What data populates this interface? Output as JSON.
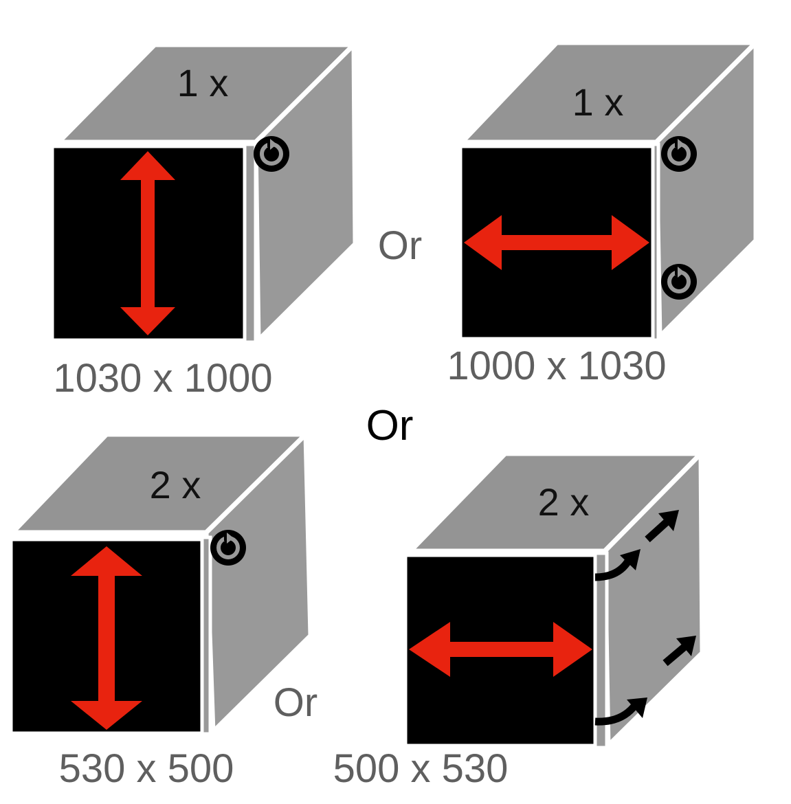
{
  "cubes": [
    {
      "multiplier": "1 x",
      "dimensions": "1030 x 1000",
      "arrow": "vertical",
      "side_icons": [
        "rotate-icon"
      ]
    },
    {
      "multiplier": "1 x",
      "dimensions": "1000 x 1030",
      "arrow": "horizontal",
      "side_icons": [
        "rotate-icon",
        "rotate-icon"
      ]
    },
    {
      "multiplier": "2 x",
      "dimensions": "530 x 500",
      "arrow": "vertical",
      "side_icons": [
        "rotate-icon"
      ]
    },
    {
      "multiplier": "2 x",
      "dimensions": "500 x 530",
      "arrow": "horizontal",
      "side_icons": [
        "curved-arrow-icon",
        "curved-arrow-icon",
        "arrow-icon",
        "arrow-icon"
      ]
    }
  ],
  "connectors": {
    "or_top": "Or",
    "or_middle": "Or",
    "or_bottom": "Or"
  },
  "colors": {
    "arrow": "#e8230f",
    "face": "#000000",
    "cube": "#949494"
  }
}
